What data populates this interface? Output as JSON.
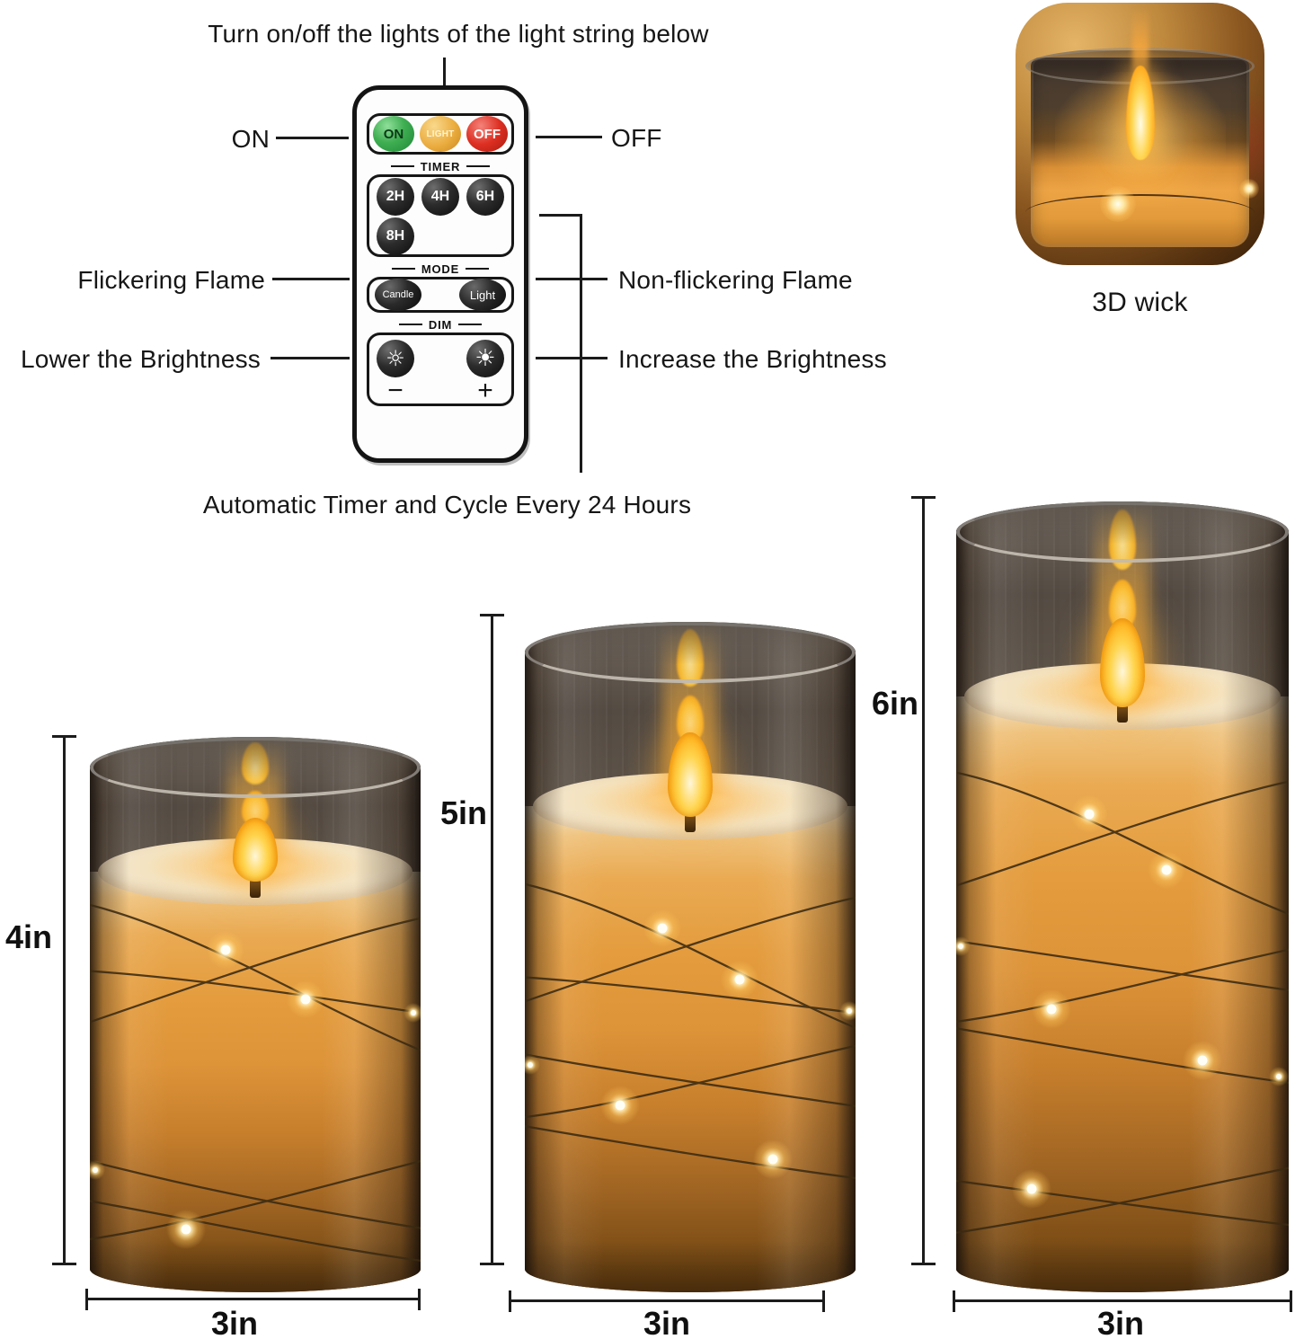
{
  "header": {
    "top_caption": "Turn on/off the lights of the light string below",
    "bottom_caption": "Automatic Timer and Cycle Every 24 Hours"
  },
  "callouts": {
    "on": "ON",
    "off": "OFF",
    "flickering": "Flickering Flame",
    "non_flickering": "Non-flickering Flame",
    "lower": "Lower the Brightness",
    "increase": "Increase the Brightness"
  },
  "remote": {
    "power": {
      "on": "ON",
      "light": "LIGHT",
      "off": "OFF"
    },
    "timer": {
      "label": "TIMER",
      "buttons": [
        "2H",
        "4H",
        "6H",
        "8H"
      ]
    },
    "mode": {
      "label": "MODE",
      "candle": "Candle",
      "light": "Light"
    },
    "dim": {
      "label": "DIM",
      "minus": "−",
      "plus": "+"
    }
  },
  "icons": {
    "dim_low": "☼",
    "dim_high": "☀"
  },
  "wick_photo": {
    "caption": "3D wick"
  },
  "candles": [
    {
      "height_label": "4in",
      "width_label": "3in"
    },
    {
      "height_label": "5in",
      "width_label": "3in"
    },
    {
      "height_label": "6in",
      "width_label": "3in"
    }
  ],
  "colors": {
    "button_on": "#3fae52",
    "button_light": "#eaac3e",
    "button_off": "#dd2f22",
    "flame": "#ffb31f",
    "led_glow": "#ffe9a8",
    "wax_amber": "#e8a850",
    "glass_smoke": "#57504a",
    "annotation": "#1b1b1b"
  }
}
